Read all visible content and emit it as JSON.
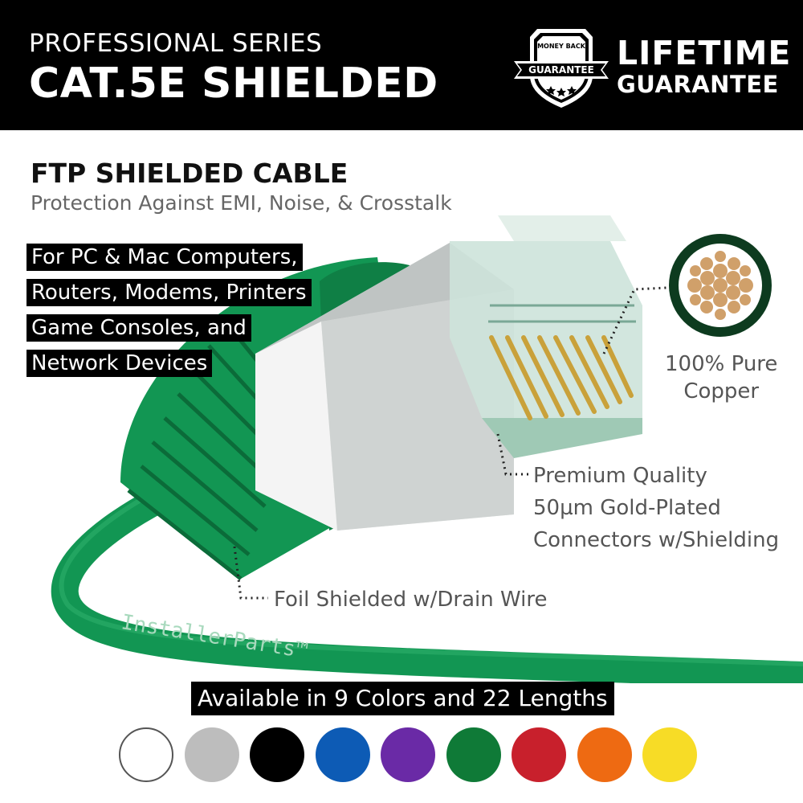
{
  "header": {
    "series": "PROFESSIONAL SERIES",
    "model": "CAT.5E SHIELDED",
    "badge_top": "MONEY BACK",
    "badge_main": "GUARANTEE",
    "lifetime": "LIFETIME",
    "guarantee": "GUARANTEE"
  },
  "headline": {
    "title": "FTP SHIELDED CABLE",
    "subtitle": "Protection Against EMI, Noise, & Crosstalk"
  },
  "uses": [
    "For PC & Mac Computers,",
    "Routers, Modems, Printers",
    "Game Consoles, and",
    "Network Devices"
  ],
  "callouts": {
    "copper_1": "100% Pure",
    "copper_2": "Copper",
    "gold_1": "Premium Quality",
    "gold_2": "50µm Gold-Plated",
    "gold_3": "Connectors w/Shielding",
    "foil": "Foil Shielded w/Drain Wire"
  },
  "cable_print": "InstallerParts™",
  "availability": "Available in 9 Colors and 22 Lengths",
  "colors": [
    {
      "name": "white",
      "hex": "#ffffff"
    },
    {
      "name": "gray",
      "hex": "#bdbdbd"
    },
    {
      "name": "black",
      "hex": "#000000"
    },
    {
      "name": "blue",
      "hex": "#0d5bb5"
    },
    {
      "name": "purple",
      "hex": "#6a2aa6"
    },
    {
      "name": "green",
      "hex": "#0f7a37"
    },
    {
      "name": "red",
      "hex": "#c8202c"
    },
    {
      "name": "orange",
      "hex": "#ee6a12"
    },
    {
      "name": "yellow",
      "hex": "#f7dc26"
    }
  ],
  "accent": {
    "cable_green": "#129653",
    "copper": "#d0a06a",
    "gold": "#c9a13a"
  }
}
